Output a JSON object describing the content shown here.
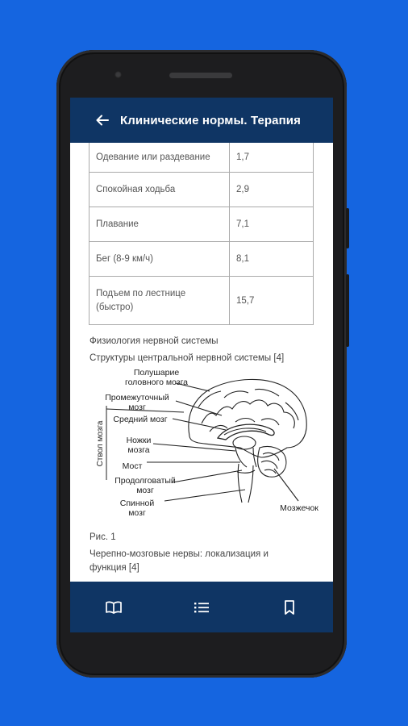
{
  "app": {
    "title": "Клинические нормы. Терапия"
  },
  "table": {
    "rows": [
      {
        "activity": "Одевание или раздевание",
        "value": "1,7"
      },
      {
        "activity": "Спокойная ходьба",
        "value": "2,9"
      },
      {
        "activity": "Плавание",
        "value": "7,1"
      },
      {
        "activity": "Бег (8-9 км/ч)",
        "value": "8,1"
      },
      {
        "activity": "Подъем по лестнице (быстро)",
        "value": "15,7"
      }
    ]
  },
  "section": {
    "heading": "Физиология нервной системы",
    "subheading": "Структуры центральной нервной системы [4]"
  },
  "figure": {
    "labels": {
      "hemisphere_1": "Полушарие",
      "hemisphere_2": "головного мозга",
      "diencephalon_1": "Промежуточный",
      "diencephalon_2": "мозг",
      "midbrain": "Средний мозг",
      "peduncles_1": "Ножки",
      "peduncles_2": "мозга",
      "pons": "Мост",
      "medulla_1": "Продолговатый",
      "medulla_2": "мозг",
      "spinal_1": "Спинной",
      "spinal_2": "мозг",
      "cerebellum": "Мозжечок",
      "brainstem": "Ствол мозга"
    },
    "caption": "Рис. 1"
  },
  "paragraph": {
    "text": "Черепно-мозговые нервы: локализация и функция [4]"
  },
  "bottom_nav": {
    "items": [
      {
        "icon": "book-icon"
      },
      {
        "icon": "list-icon"
      },
      {
        "icon": "bookmark-icon"
      }
    ]
  },
  "colors": {
    "background": "#1565e0",
    "appbar": "#0f3564"
  }
}
